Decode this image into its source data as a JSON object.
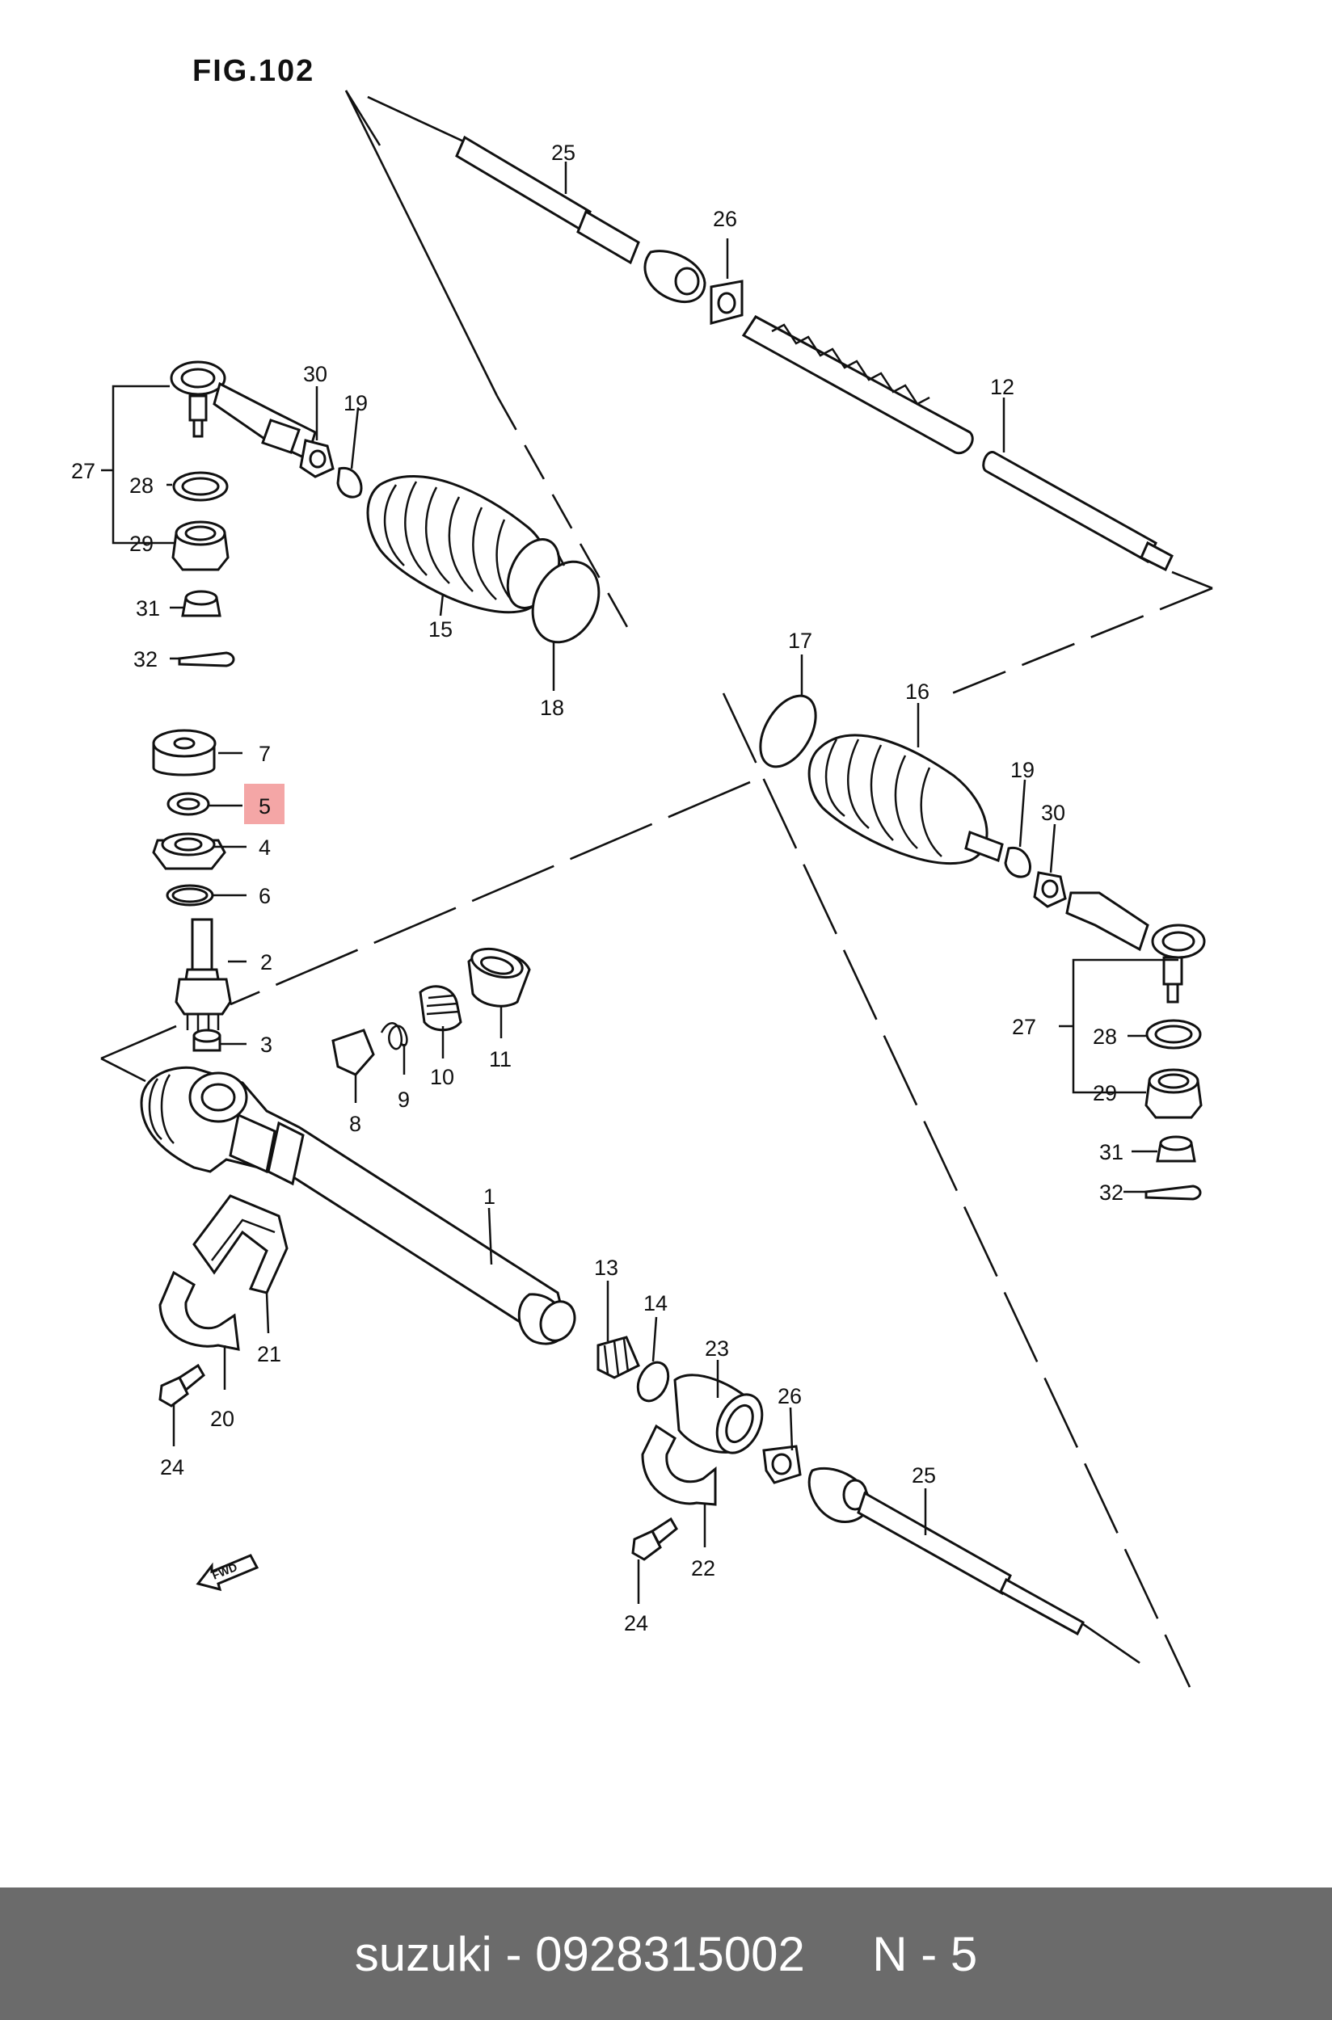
{
  "figure": {
    "title": "FIG.102",
    "highlight_color": "#f4a6a6",
    "fwd_label": "FWD"
  },
  "callouts": [
    "25",
    "26",
    "12",
    "30",
    "19",
    "27",
    "28",
    "29",
    "31",
    "32",
    "15",
    "18",
    "17",
    "16",
    "19",
    "30",
    "27",
    "28",
    "29",
    "31",
    "32",
    "7",
    "5",
    "4",
    "6",
    "2",
    "3",
    "8",
    "9",
    "10",
    "11",
    "1",
    "21",
    "20",
    "24",
    "13",
    "14",
    "23",
    "26",
    "25",
    "22",
    "24"
  ],
  "footer": {
    "text": "suzuki - 0928315002     N - 5",
    "background": "#6b6b6b"
  }
}
